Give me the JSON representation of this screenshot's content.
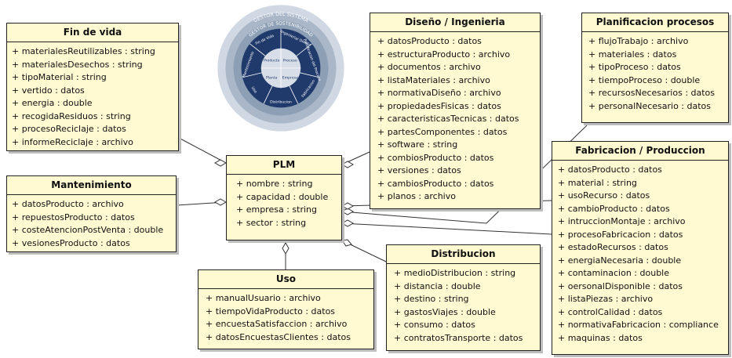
{
  "diagram": {
    "wheel": {
      "outer_labels": [
        "GESTOR DEL SISTEMA",
        "GESTOR DE SOSTENIBILIDAD"
      ],
      "segments": [
        "Fin de Vida",
        "Ingenieria/ Diseño",
        "Planificacion del Proceso",
        "Fabricacion",
        "Distribucion",
        "Uso",
        "Mantenimiento"
      ],
      "center": [
        "Producto",
        "Proceso",
        "Planta",
        "Empresa"
      ]
    },
    "classes": {
      "fin_de_vida": {
        "title": "Fin de vida",
        "attributes": [
          "+ materialesReutilizables : string",
          "+ materialesDesechos : string",
          "+ tipoMaterial : string",
          "+ vertido : datos",
          "+ energia : double",
          "+ recogidaResiduos : string",
          "+ procesoReciclaje : datos",
          "+ informeReciclaje : archivo"
        ]
      },
      "mantenimiento": {
        "title": "Mantenimiento",
        "attributes": [
          "+ datosProducto : archivo",
          "+ repuestosProducto : datos",
          "+ costeAtencionPostVenta : double",
          "+ vesionesProducto : datos"
        ]
      },
      "plm": {
        "title": "PLM",
        "attributes": [
          "+ nombre : string",
          "+ capacidad : double",
          "+ empresa : string",
          "+ sector : string"
        ]
      },
      "uso": {
        "title": "Uso",
        "attributes": [
          "+ manualUsuario : archivo",
          "+ tiempoVidaProducto : datos",
          "+ encuestaSatisfaccion : archivo",
          "+ datosEncuestasClientes : datos"
        ]
      },
      "diseno": {
        "title": "Diseño / Ingenieria",
        "attributes": [
          "+ datosProducto : datos",
          "+ estructuraProducto : archivo",
          "+ documentos : archivo",
          "+ listaMateriales : archivo",
          "+ normativaDiseño : archivo",
          "+ propiedadesFisicas : datos",
          "+ caracteristicasTecnicas : datos",
          "+ partesComponentes : datos",
          "+ software : string",
          "+ combiosProducto : datos",
          "+ versiones : datos",
          "+ cambiosProducto : datos",
          "+ planos : archivo"
        ]
      },
      "distribucion": {
        "title": "Distribucion",
        "attributes": [
          "+ medioDistribucion : string",
          "+ distancia : double",
          "+ destino : string",
          "+ gastosViajes : double",
          "+ consumo : datos",
          "+ contratosTransporte : datos"
        ]
      },
      "planificacion": {
        "title": "Planificacion procesos",
        "attributes": [
          "+ flujoTrabajo : archivo",
          "+ materiales : datos",
          "+ tipoProceso : datos",
          "+ tiempoProceso : double",
          "+ recursosNecesarios : datos",
          "+ personalNecesario : datos"
        ]
      },
      "fabricacion": {
        "title": "Fabricacion / Produccion",
        "attributes": [
          "+ datosProducto : datos",
          "+ material : string",
          "+ usoRecurso : datos",
          "+ cambioProducto : datos",
          "+ intruccionMontaje : archivo",
          "+ procesoFabricacion : datos",
          "+ estadoRecursos : datos",
          "+ energiaNecesaria : double",
          "+ contaminacion : double",
          "+ oersonalDisponible : datos",
          "+ listaPiezas : archivo",
          "+ controlCalidad : datos",
          "+ normativaFabricacion : compliance",
          "+ maquinas : datos"
        ]
      }
    }
  }
}
